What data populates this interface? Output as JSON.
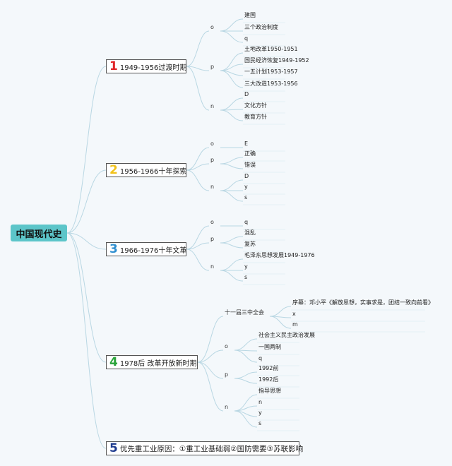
{
  "root": "中国现代史",
  "branches": [
    {
      "num": "1",
      "color": "#e0262a",
      "title": "1949-1956过渡时期",
      "groups": [
        {
          "key": "o",
          "items": [
            "建国",
            "三个政治制度",
            "q"
          ]
        },
        {
          "key": "p",
          "items": [
            "土地改革1950-1951",
            "国民经济恢复1949-1952",
            "一五计划1953-1957",
            "三大改造1953-1956"
          ]
        },
        {
          "key": "n",
          "items": [
            "D",
            "文化方针",
            "教育方针"
          ]
        }
      ]
    },
    {
      "num": "2",
      "color": "#f1c21b",
      "title": "1956-1966十年探索",
      "groups": [
        {
          "key": "o",
          "items": [
            "E"
          ]
        },
        {
          "key": "p",
          "items": [
            "正确",
            "错误"
          ]
        },
        {
          "key": "n",
          "items": [
            "D",
            "y",
            "s"
          ]
        }
      ]
    },
    {
      "num": "3",
      "color": "#2f8fd0",
      "title": "1966-1976十年文革",
      "groups": [
        {
          "key": "o",
          "items": [
            "q"
          ]
        },
        {
          "key": "p",
          "items": [
            "混乱",
            "复苏"
          ]
        },
        {
          "key": "n",
          "items": [
            "毛泽东思想发展1949-1976",
            "y",
            "s"
          ]
        }
      ]
    },
    {
      "num": "4",
      "color": "#2aa43a",
      "title": "1978后 改革开放新时期",
      "groups": [
        {
          "key": "十一届三中全会",
          "items": [
            "序幕：邓小平《解放思想，实事求是，团结一致向前看》",
            "x",
            "m"
          ]
        },
        {
          "key": "o",
          "items": [
            "社会主义民主政治发展",
            "一国两制",
            "q"
          ]
        },
        {
          "key": "p",
          "items": [
            "1992前",
            "1992后"
          ]
        },
        {
          "key": "n",
          "items": [
            "指导思想",
            "n",
            "y",
            "s"
          ]
        }
      ]
    },
    {
      "num": "5",
      "color": "#1f3c8f",
      "title": "优先重工业原因：①重工业基础弱②国防需要③苏联影响",
      "groups": []
    }
  ]
}
